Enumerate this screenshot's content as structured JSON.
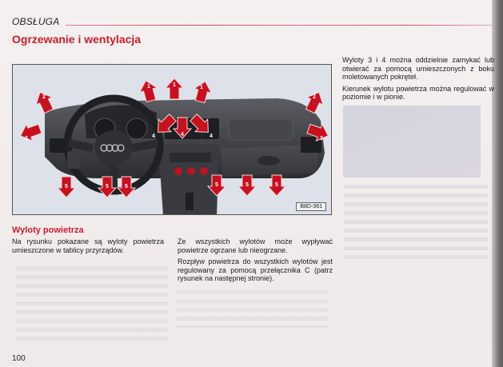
{
  "header": {
    "section": "OBSŁUGA",
    "title": "Ogrzewanie i wentylacja"
  },
  "figure": {
    "code": "B8D-361",
    "accent_color": "#c8101e",
    "outlets": [
      {
        "label": "1",
        "position": "top-center-left"
      },
      {
        "label": "1",
        "position": "top-center"
      },
      {
        "label": "1",
        "position": "top-center-right"
      },
      {
        "label": "2",
        "position": "top-left"
      },
      {
        "label": "2",
        "position": "top-right"
      },
      {
        "label": "3",
        "position": "side-left"
      },
      {
        "label": "3",
        "position": "side-right"
      },
      {
        "label": "4",
        "position": "center-left"
      },
      {
        "label": "4",
        "position": "center"
      },
      {
        "label": "4",
        "position": "center-right"
      },
      {
        "label": "5",
        "position": "bottom-1"
      },
      {
        "label": "5",
        "position": "bottom-2"
      },
      {
        "label": "5",
        "position": "bottom-3"
      },
      {
        "label": "5",
        "position": "bottom-4"
      },
      {
        "label": "5",
        "position": "bottom-5"
      },
      {
        "label": "5",
        "position": "bottom-6"
      }
    ]
  },
  "right_column": {
    "p1": "Wyloty 3 i 4 można oddzielnie zamykać lub otwierać za pomocą umieszczonych z boku moletowanych pokręteł.",
    "p2": "Kierunek wylotu powietrza można regulować w poziomie i w pionie."
  },
  "section_air_outlets": {
    "heading": "Wyloty powietrza",
    "left_text": "Na rysunku pokazane są wyloty powietrza umieszczone w tablicy przyrządów.",
    "middle_p1": "Ze wszystkich wylotów może wypływać powietrze ogrzane lub nieogrzane.",
    "middle_p2": "Rozpływ powietrza do wszystkich wylotów jest regulowany za pomocą przełącznika C (patrz rysunek na następnej stronie)."
  },
  "footer": {
    "page_number": "100"
  }
}
